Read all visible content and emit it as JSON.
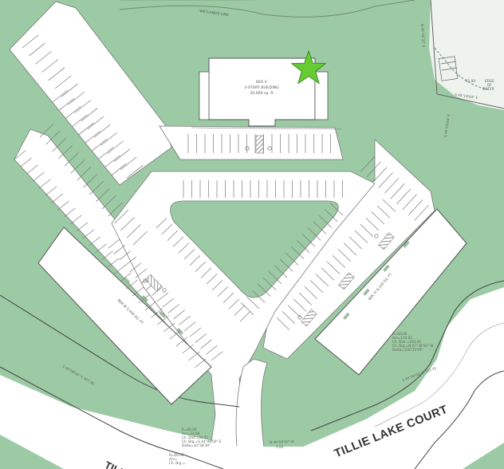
{
  "colors": {
    "grass": "#9ccaa4",
    "pavement": "#ffffff",
    "lines": "#777777",
    "star": "#66cc33",
    "hatch": "#888888"
  },
  "labels": {
    "wetlands": "WETLANDS LINE",
    "edge_water_1": "EDGE",
    "edge_water_2": "OF",
    "edge_water_3": "WATER",
    "building_top_1": "BEK V",
    "building_top_2": "3-STORY BUILDING",
    "building_top_3": "20,000 sq. ft",
    "building_left": "BEK III  5,400 SQ. FT.",
    "building_right": "BEK IV  6,150 SQ. FT.",
    "road_main": "TILLIE LAKE COURT",
    "road_left": "TILLIE",
    "bearing_left": "S 44°08'00\" E  307.30",
    "bearing_mid": "S 44°08'00\" E  322.31",
    "bearing_bottom_1": "N 44°08'00\" W",
    "bearing_bottom_2": "5.00",
    "bearing_top": "N 45°16'32\" E",
    "bearing_right_1": "S 45°18'04\" E",
    "bearing_right_2": "S 45°18'04\" E",
    "dist_right": "61.90",
    "curve1_1": "R=60.00",
    "curve1_2": "Arc=124.02",
    "curve1_3": "Ch. Dist.=103.00",
    "curve1_4": "Ch. Brg.=N 67°38'54\" W",
    "curve1_5": "Delta=118°25'59\"",
    "curve2_1": "R=60.00",
    "curve2_2": "Arc=33.68",
    "curve2_3": "Ch. Dist.=33.41",
    "curve2_4": "Ch. Brg.=S 44°48'00\" E",
    "curve2_5": "Delta=34°28'39\"",
    "curve3_1": "R=60.00",
    "curve3_2": "Arc=",
    "curve3_3": "Ch. Brg.="
  }
}
